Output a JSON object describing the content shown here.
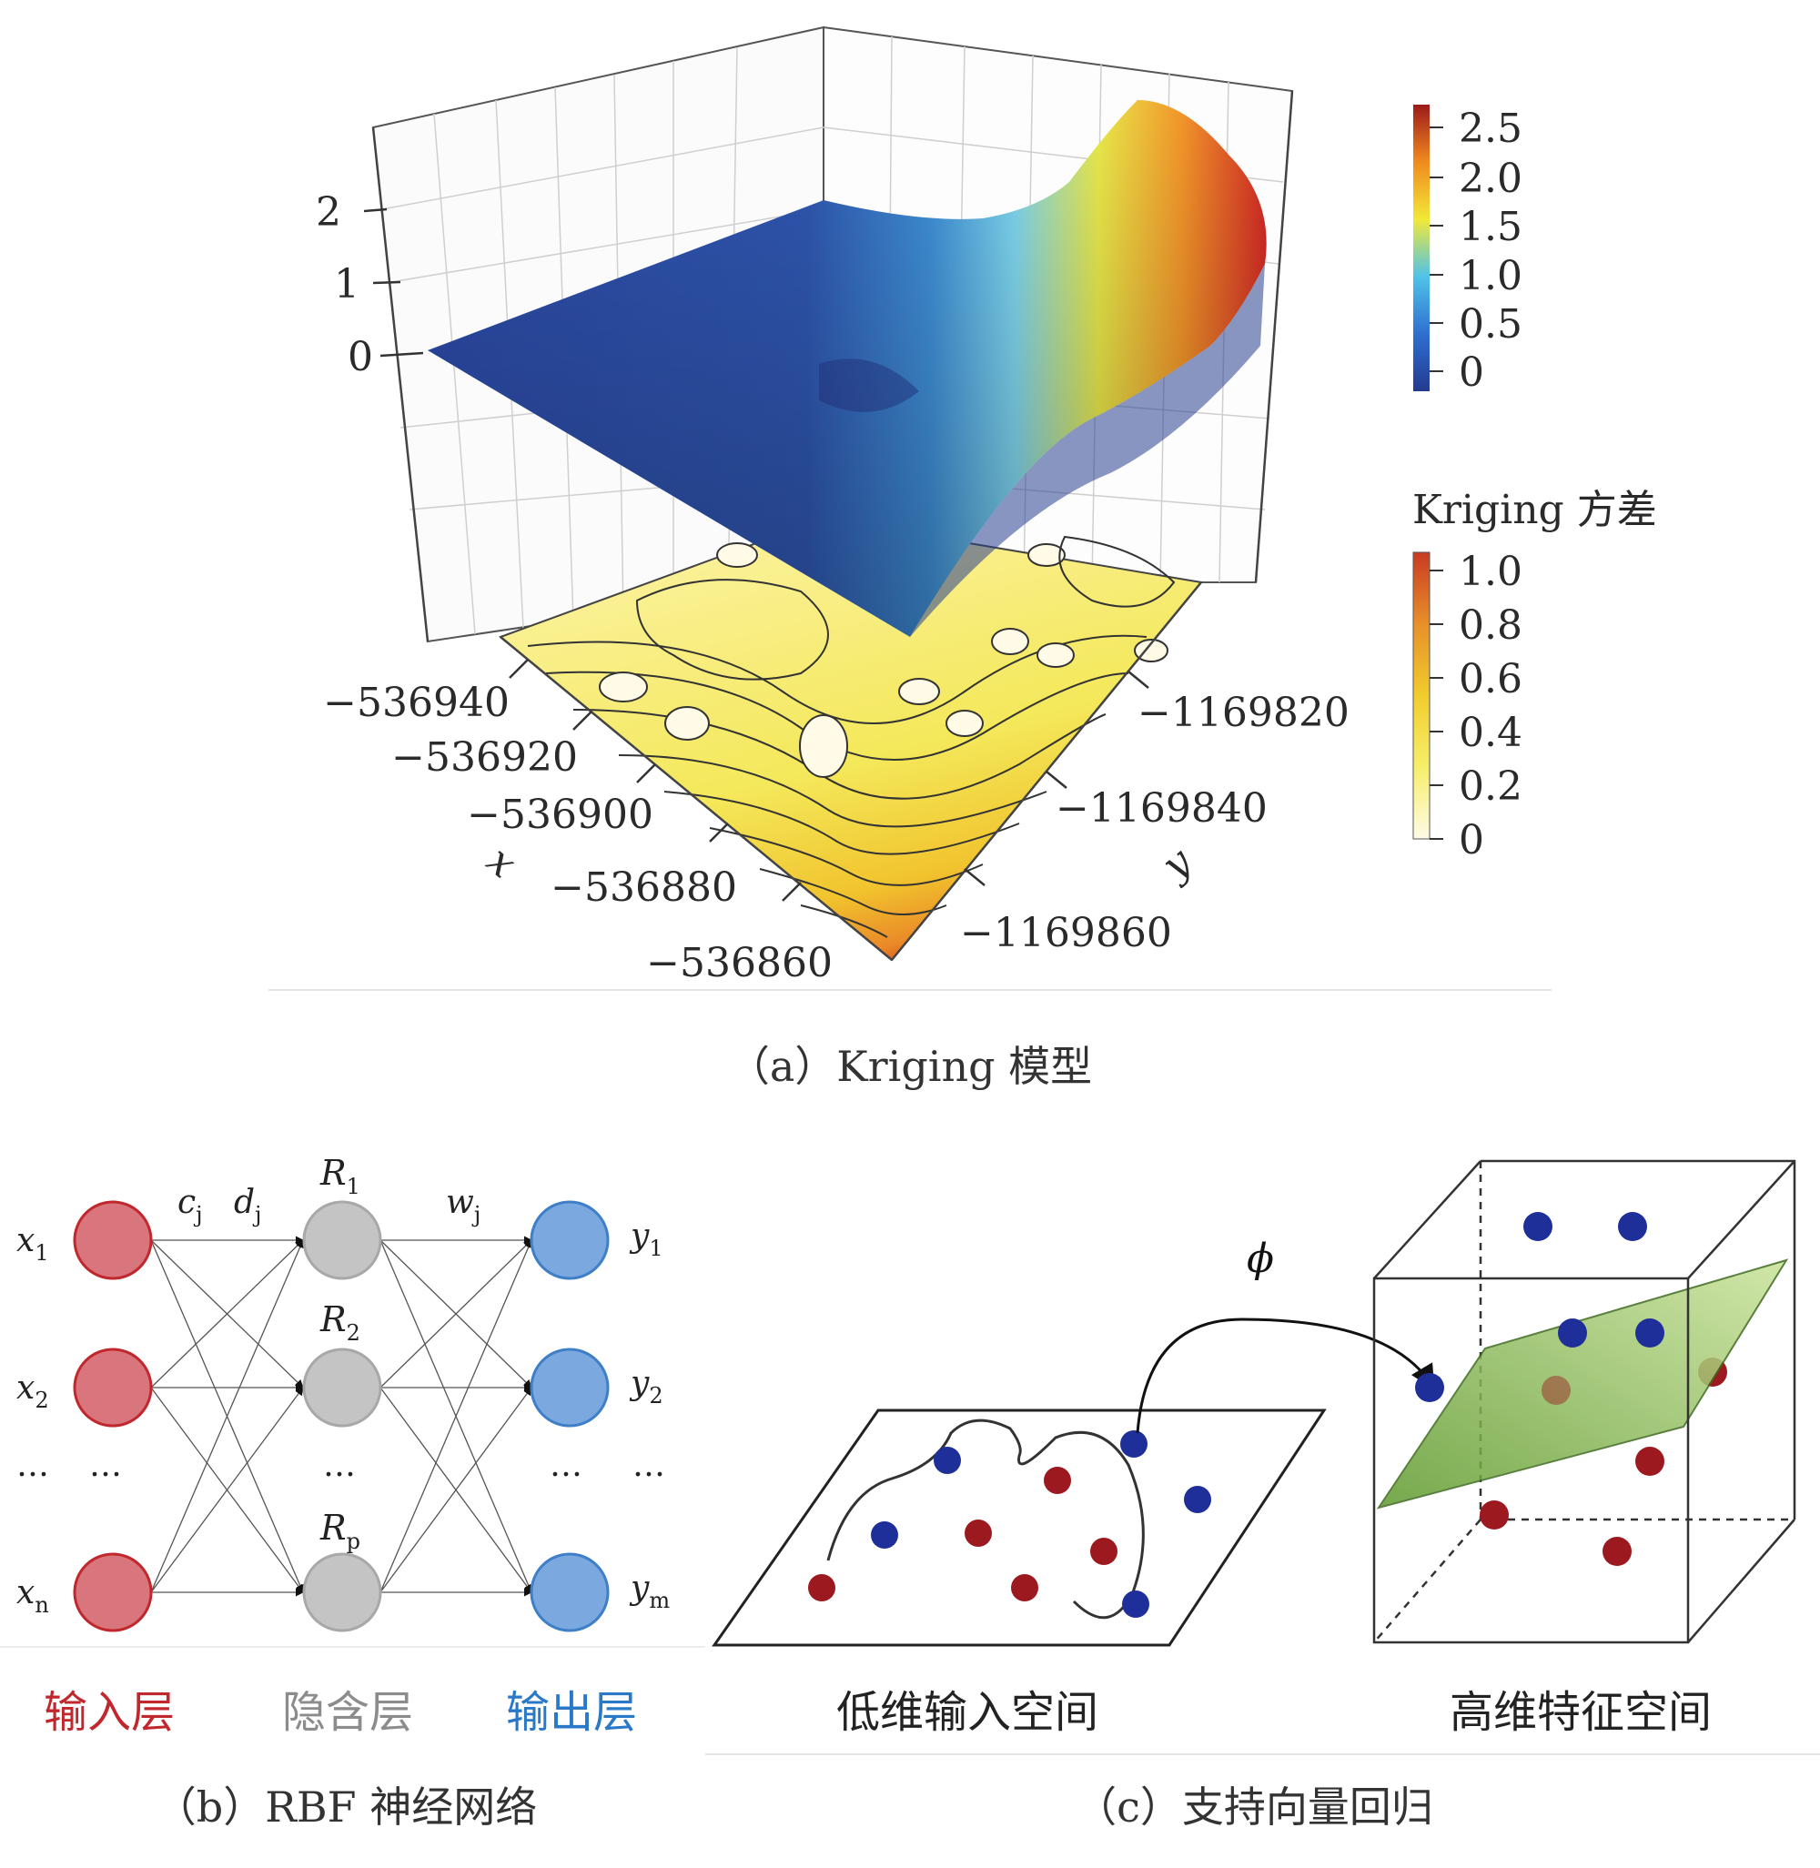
{
  "panel_a": {
    "caption": "（a）Kriging 模型",
    "z_ticks": [
      "2",
      "1",
      "0"
    ],
    "x_ticks": [
      "−536940",
      "−536920",
      "−536900",
      "−536880",
      "−536860"
    ],
    "y_ticks": [
      "−1169820",
      "−1169840",
      "−1169860"
    ],
    "x_axis_label": "x",
    "y_axis_label": "y",
    "colorbar_top": {
      "ticks": [
        "2.5",
        "2.0",
        "1.5",
        "1.0",
        "0.5",
        "0"
      ],
      "colors": [
        "#233a8f",
        "#2f6fd0",
        "#4fc3e8",
        "#f2e838",
        "#f08a1e",
        "#c8201e"
      ]
    },
    "colorbar_bottom": {
      "title": "Kriging 方差",
      "ticks": [
        "1.0",
        "0.8",
        "0.6",
        "0.4",
        "0.2",
        "0"
      ],
      "colors": [
        "#fffbe6",
        "#f6ef6a",
        "#f1cc2e",
        "#e7902a",
        "#c93a22"
      ]
    }
  },
  "panel_b": {
    "caption": "（b）RBF 神经网络",
    "inputs": [
      "x1",
      "x2",
      "…",
      "xn"
    ],
    "input_labels": [
      {
        "main": "x",
        "sub": "1"
      },
      {
        "main": "x",
        "sub": "2"
      },
      {
        "main": "…",
        "sub": ""
      },
      {
        "main": "x",
        "sub": "n"
      }
    ],
    "hidden_labels": [
      {
        "main": "R",
        "sub": "1"
      },
      {
        "main": "R",
        "sub": "2"
      },
      {
        "main": "…",
        "sub": ""
      },
      {
        "main": "R",
        "sub": "p"
      }
    ],
    "output_labels": [
      {
        "main": "y",
        "sub": "1"
      },
      {
        "main": "y",
        "sub": "2"
      },
      {
        "main": "…",
        "sub": ""
      },
      {
        "main": "y",
        "sub": "m"
      }
    ],
    "input_ellipsis": "…",
    "hidden_ellipsis": "…",
    "output_ellipsis": "…",
    "left_ellipsis": "…",
    "right_ellipsis": "…",
    "c_label": {
      "main": "c",
      "sub": "j"
    },
    "d_label": {
      "main": "d",
      "sub": "j"
    },
    "w_label": {
      "main": "w",
      "sub": "j"
    },
    "layer_input": "输入层",
    "layer_hidden": "隐含层",
    "layer_output": "输出层",
    "colors": {
      "input": "#d9757c",
      "hidden": "#bfbfbf",
      "output": "#6fa0da",
      "input_text": "#c0282e",
      "hidden_text": "#8c8c8c",
      "output_text": "#2a78c8"
    }
  },
  "panel_c": {
    "caption": "（c）支持向量回归",
    "phi": "ϕ",
    "low_dim_label": "低维输入空间",
    "high_dim_label": "高维特征空间",
    "colors": {
      "blue_point": "#1f2f9a",
      "red_point": "#9c1a1f",
      "plane": "#8fbf4a"
    }
  }
}
